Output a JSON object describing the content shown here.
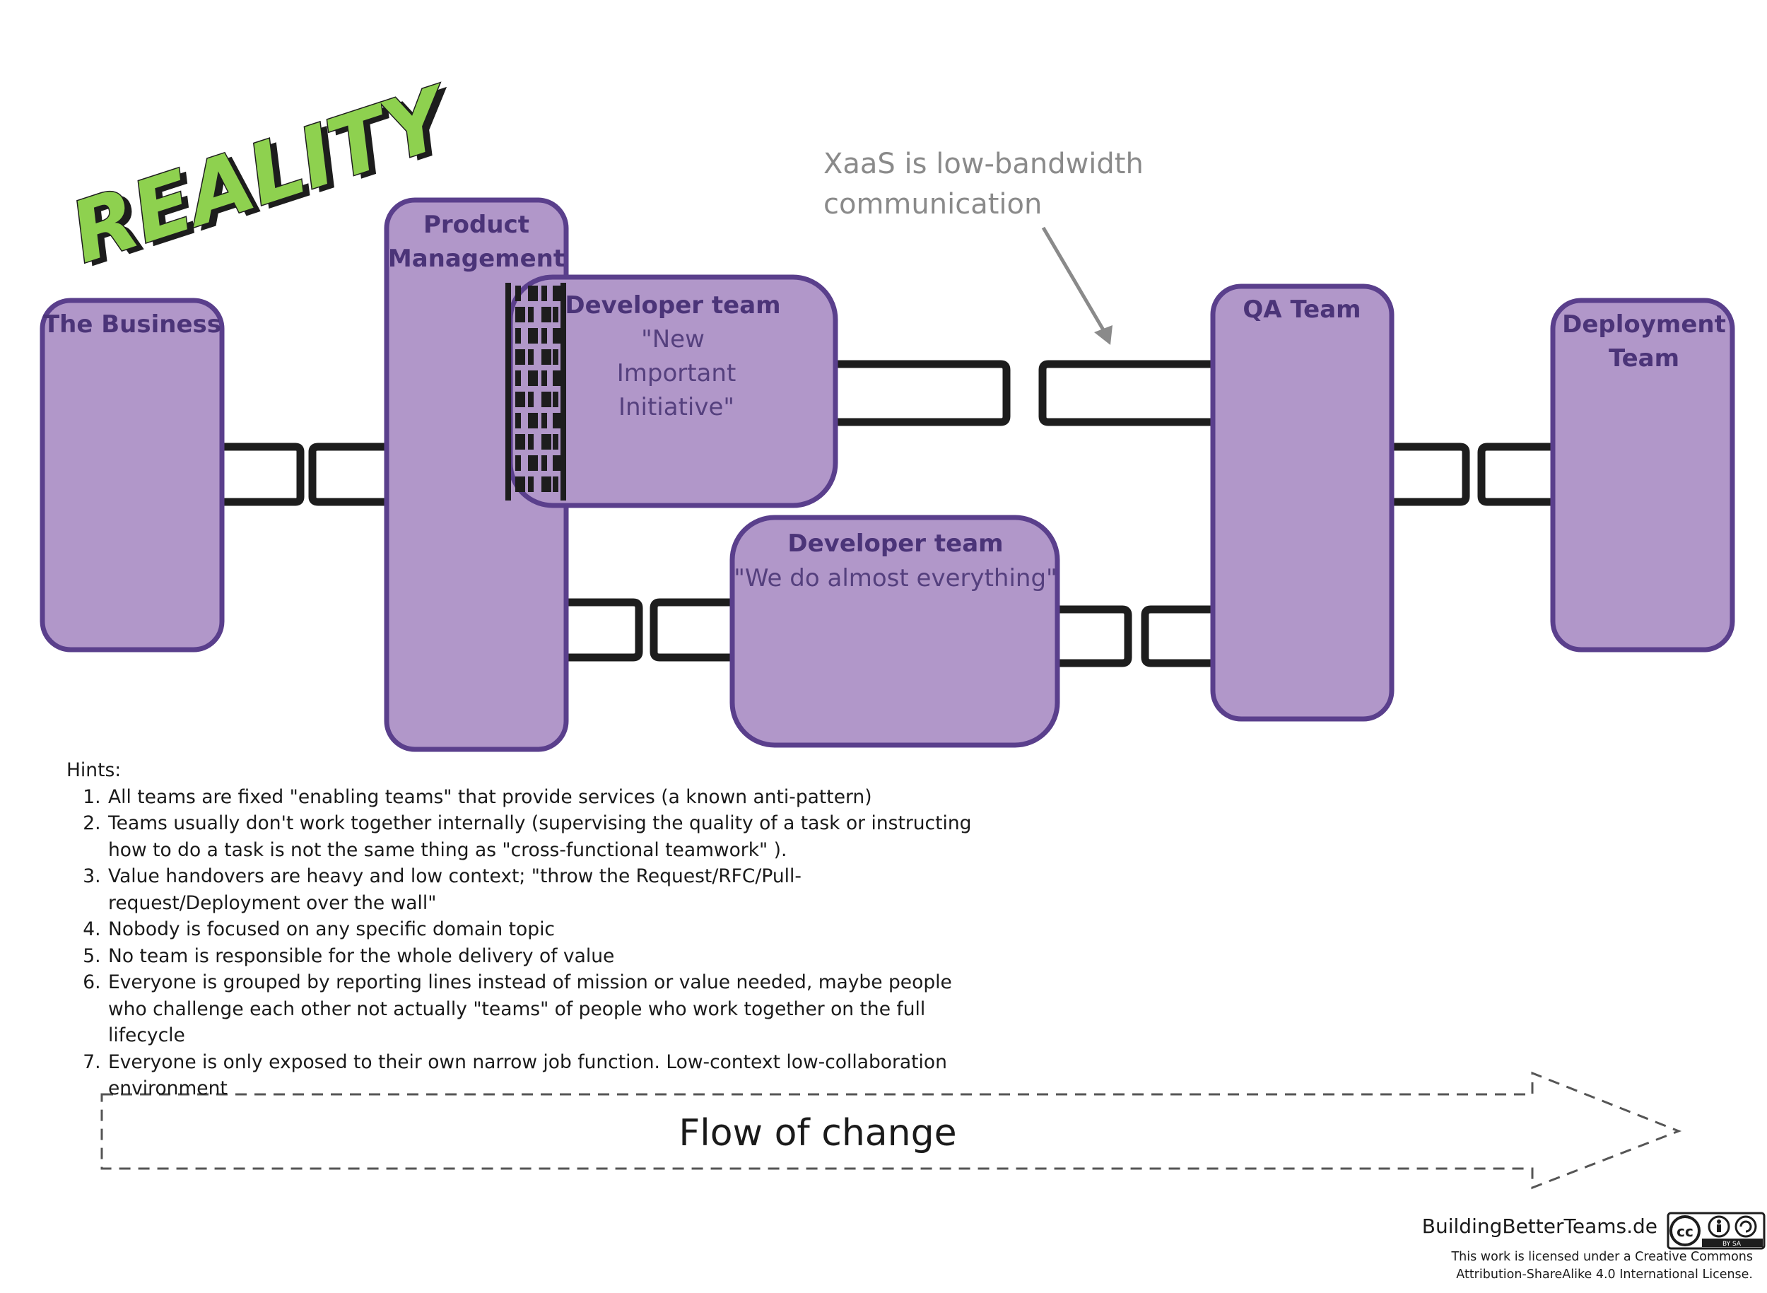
{
  "title_word": "REALITY",
  "boxes": {
    "business": {
      "title": "The Business"
    },
    "product": {
      "title_line1": "Product",
      "title_line2": "Management"
    },
    "dev_new": {
      "title": "Developer team",
      "sub_line1": "\"New",
      "sub_line2": "Important",
      "sub_line3": "Initiative\""
    },
    "dev_all": {
      "title": "Developer team",
      "sub": "\"We do almost everything\""
    },
    "qa": {
      "title": "QA Team"
    },
    "deploy": {
      "title_line1": "Deployment",
      "title_line2": "Team"
    }
  },
  "annotation": {
    "line1": "XaaS is low-bandwidth",
    "line2": "communication"
  },
  "hints": {
    "heading": "Hints:",
    "items": [
      "All teams are fixed \"enabling teams\" that provide services (a known anti-pattern)",
      "Teams usually don't work together internally (supervising the quality of a task or instructing how to do a task is not the same thing as \"cross-functional teamwork\" ).",
      "Value handovers are heavy and low context; \"throw the Request/RFC/Pull-request/Deployment over the wall\"",
      "Nobody is focused on any specific domain topic",
      "No team is responsible for the whole delivery of value",
      "Everyone is grouped by reporting lines instead of mission or value needed, maybe people who challenge each other not actually \"teams\" of people who work together on the full lifecycle",
      "Everyone is only exposed to their own narrow job function. Low-context low-collaboration environment"
    ]
  },
  "flow_label": "Flow of change",
  "footer": {
    "brand": "BuildingBetterTeams.de",
    "license_line1": "This work is licensed under a Creative Commons",
    "license_line2": "Attribution-ShareAlike 4.0 International License.",
    "badge_text": "BY SA"
  },
  "colors": {
    "box_fill": "#b197c9",
    "box_stroke": "#5a3f8c",
    "connector": "#1d1d1d",
    "reality_green": "#8ed14f",
    "note_gray": "#8a8a8a"
  }
}
